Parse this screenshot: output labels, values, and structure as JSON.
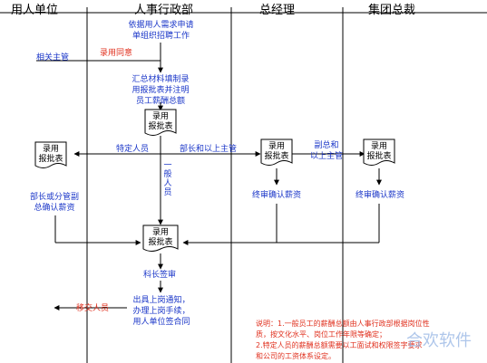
{
  "lanes": [
    "用人单位",
    "人事行政部",
    "总经理",
    "集团总裁"
  ],
  "docs": {
    "d1": "录用\n报批表",
    "d2": "录用\n报批表",
    "d3": "录用\n报批表",
    "d4": "录用\n报批表",
    "d5": "录用\n报批表"
  },
  "steps": {
    "s1": "依据用人需求申请\n单组织招聘工作",
    "s2": "汇总材料填制录\n用报批表并注明\n员工薪酬总额",
    "s3": "部长或分管副\n总确认薪资",
    "s4": "科长签审",
    "s5": "出具上岗通知，\n办理上岗手续，\n用人单位签合同",
    "s6": "终审确认薪资",
    "s7": "终审确认薪资"
  },
  "labels": {
    "related": "相关主管",
    "hire_agree": "录用同意",
    "special": "特定人员",
    "dept_above": "部长和以上主管",
    "general": "一\n般\n人\n员",
    "vp_above": "副总和\n以上主管",
    "transfer": "移交人员"
  },
  "note": "说明：1.一般员工的薪酬总额由人事行政部根据岗位性\n质，按文化水平、岗位工作年限等确定；\n2.特定人员的薪酬总额需要以工面试和权限签字要求\n和公司的工资体系设定。",
  "watermark": "合欢软件",
  "colors": {
    "step_text": "#1a36c8",
    "label_text": "#e0301e",
    "line": "#000000",
    "watermark": "#9ab8e6"
  }
}
